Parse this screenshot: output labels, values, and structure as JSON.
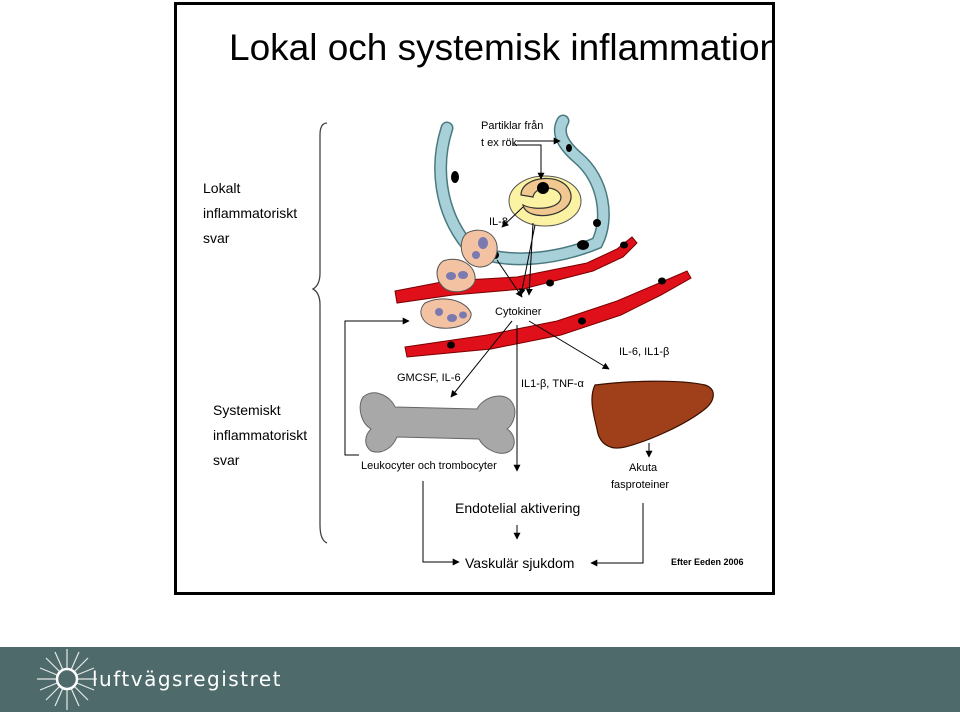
{
  "slide": {
    "title": "Lokal och systemisk inflammation",
    "credit": "Efter Eeden 2006"
  },
  "diagram": {
    "brace_labels": {
      "local": [
        "Lokalt",
        "inflammatoriskt",
        "svar"
      ],
      "systemic": [
        "Systemiskt",
        "inflammatoriskt",
        "svar"
      ]
    },
    "labels": {
      "particles": [
        "Partiklar från",
        "t ex rök"
      ],
      "il8": "IL-8",
      "cytokines": "Cytokiner",
      "gmcsf": "GMCSF, IL-6",
      "il1_tnf": "IL1-β, TNF-α",
      "il6_il1": "IL-6, IL1-β",
      "leukocytes": "Leukocyter och trombocyter",
      "acute_phase": [
        "Akuta",
        "fasproteiner"
      ],
      "endothelial": "Endotelial aktivering",
      "vascular": "Vaskulär sjukdom"
    }
  },
  "footer": {
    "brand": "luftvägsregistret",
    "background": "#4e6a6a"
  },
  "colors": {
    "vessel": "#e0101a",
    "airway": "#a8d0d8",
    "macrophage": "#f0c890",
    "neutrophil": "#f3c2a2",
    "liver": "#a0401a",
    "bone": "#a8a8a8"
  }
}
